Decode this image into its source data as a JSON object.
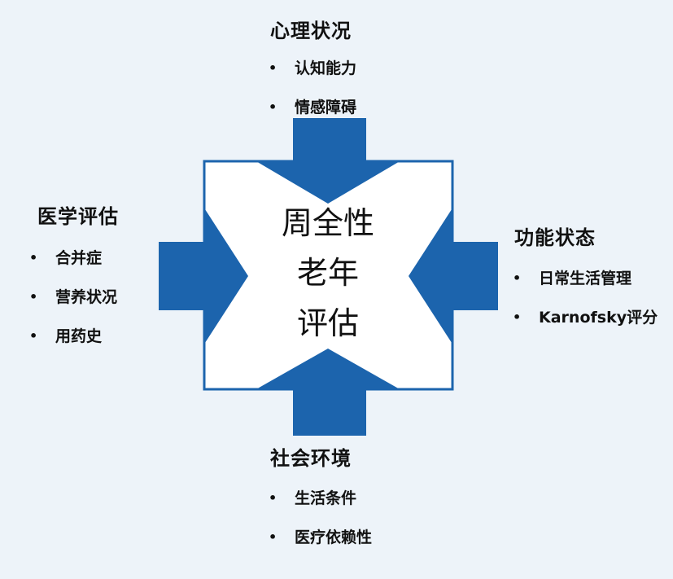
{
  "colors": {
    "background": "#edf3f9",
    "arrow_fill": "#1c64ad",
    "frame_stroke": "#1c64ad",
    "text": "#111111"
  },
  "center": {
    "lines": [
      "周全性",
      "老年",
      "评估"
    ]
  },
  "groups": {
    "top": {
      "title": "心理状况",
      "items": [
        "认知能力",
        "情感障碍"
      ]
    },
    "left": {
      "title": "医学评估",
      "items": [
        "合并症",
        "营养状况",
        "用药史"
      ]
    },
    "right": {
      "title": "功能状态",
      "items": [
        "日常生活管理",
        "Karnofsky评分"
      ]
    },
    "bottom": {
      "title": "社会环境",
      "items": [
        "生活条件",
        "医疗依赖性"
      ]
    }
  },
  "bullet_glyph": "•"
}
